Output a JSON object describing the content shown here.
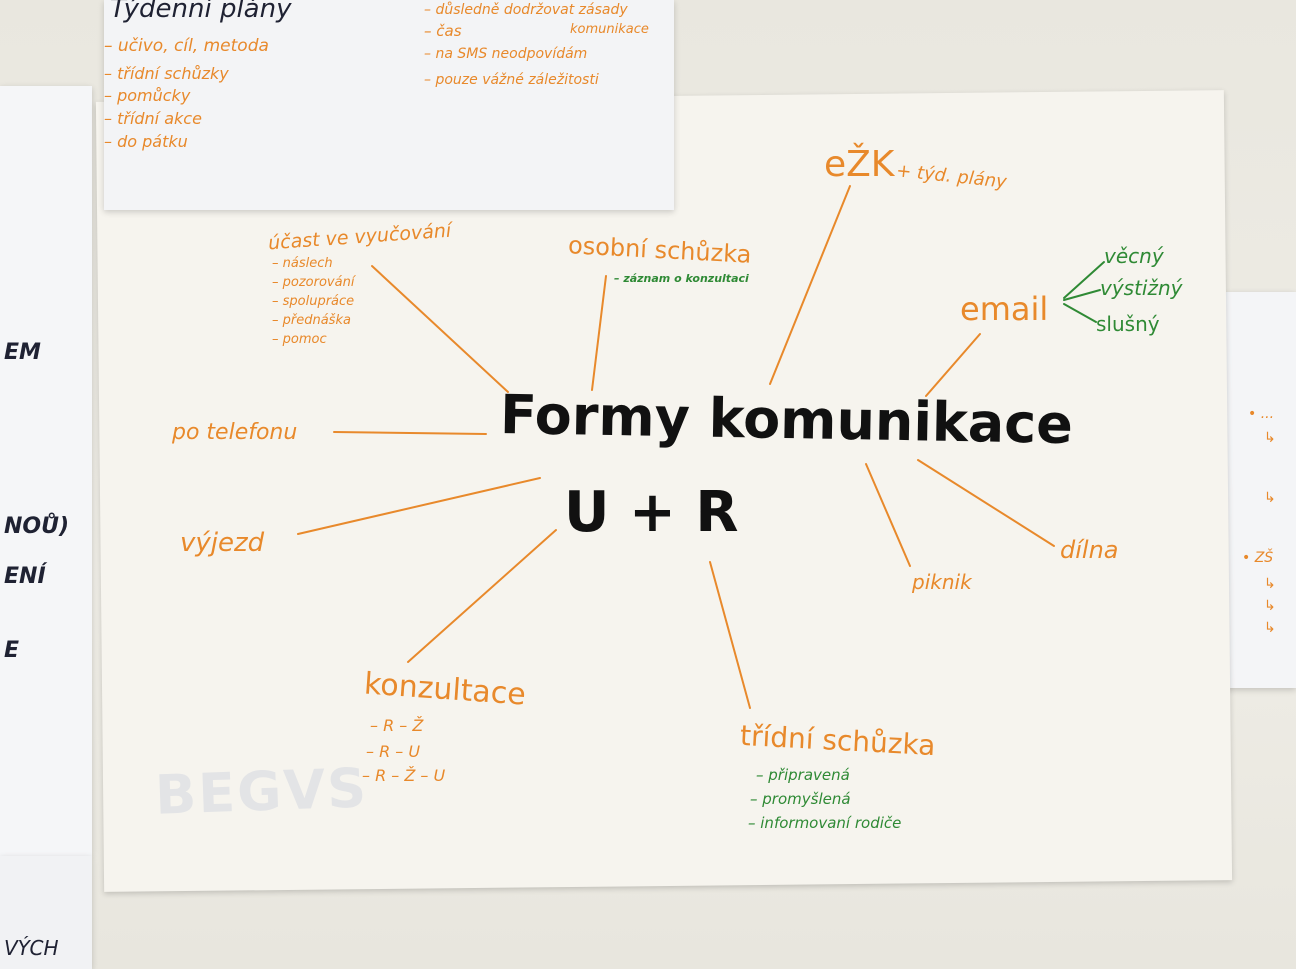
{
  "top_note": {
    "left_column": [
      "Týdenní plány",
      "– učivo, cíl, metoda",
      "– třídní schůzky",
      "– pomůcky",
      "– třídní akce",
      "– do pátku"
    ],
    "right_column": [
      "– důsledně dodržovat zásady",
      "komunikace",
      "– čas",
      "– na SMS neodpovídám",
      "– pouze vážné záležitosti"
    ]
  },
  "center": {
    "title": "Formy komunikace",
    "subtitle": "U + R"
  },
  "branches": {
    "ucast": {
      "label": "účast ve vyučování",
      "items": [
        "– náslech",
        "– pozorování",
        "– spolupráce",
        "– přednáška",
        "– pomoc"
      ]
    },
    "osobni": {
      "label": "osobní schůzka",
      "items": [
        "– záznam o konzultaci"
      ]
    },
    "ezk": {
      "label": "eŽK",
      "sub": "+ týd. plány"
    },
    "email": {
      "label": "email",
      "items": [
        "věcný",
        "výstižný",
        "slušný"
      ]
    },
    "telefon": {
      "label": "po telefonu"
    },
    "vyjezd": {
      "label": "výjezd"
    },
    "dilna": {
      "label": "dílna"
    },
    "piknik": {
      "label": "piknik"
    },
    "konzultace": {
      "label": "konzultace",
      "items": [
        "– R – Ž",
        "– R – U",
        "– R – Ž – U"
      ]
    },
    "tridni": {
      "label": "třídní schůzka",
      "items": [
        "– připravená",
        "– promyšlená",
        "– informovaní rodiče"
      ]
    }
  },
  "side_fragments": {
    "left": [
      "EM",
      "NOŮ)",
      "ENÍ",
      "E",
      "VÝCH"
    ],
    "right": [
      "• ...",
      "↳",
      "↳",
      "• ZŠ",
      "↳",
      "↳",
      "↳"
    ]
  },
  "colors": {
    "orange": "#e8892b",
    "green": "#2f8a35",
    "black": "#111111"
  }
}
